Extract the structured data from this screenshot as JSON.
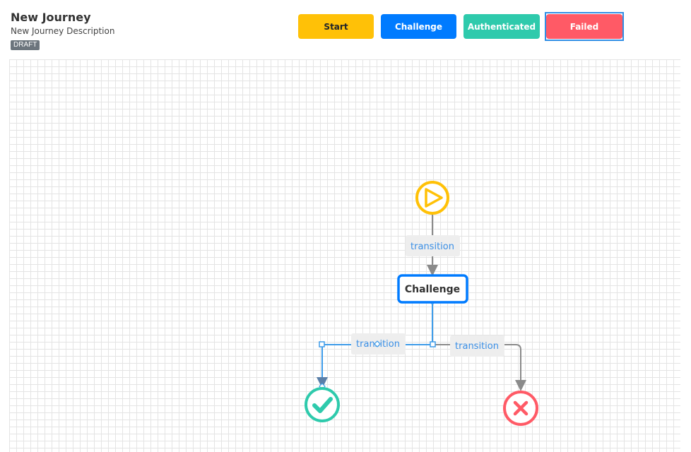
{
  "journey": {
    "title": "New Journey",
    "description": "New Journey Description",
    "status_badge": "DRAFT"
  },
  "palette": {
    "start_label": "Start",
    "challenge_label": "Challenge",
    "authenticated_label": "Authenticated",
    "failed_label": "Failed"
  },
  "flow": {
    "challenge_node_label": "Challenge",
    "transition_start_to_challenge": "transition",
    "transition_challenge_to_authenticated": "transition",
    "transition_challenge_to_failed": "transition"
  },
  "colors": {
    "start": "#ffc107",
    "challenge": "#007bff",
    "authenticated": "#2ecaac",
    "failed": "#ff5a66",
    "edge": "#8a8a8a",
    "selected_edge": "#3d9be9",
    "transition_text": "#3a8fe6"
  },
  "icons": {
    "start_node": "play-icon",
    "authenticated_node": "check-icon",
    "failed_node": "x-icon"
  }
}
